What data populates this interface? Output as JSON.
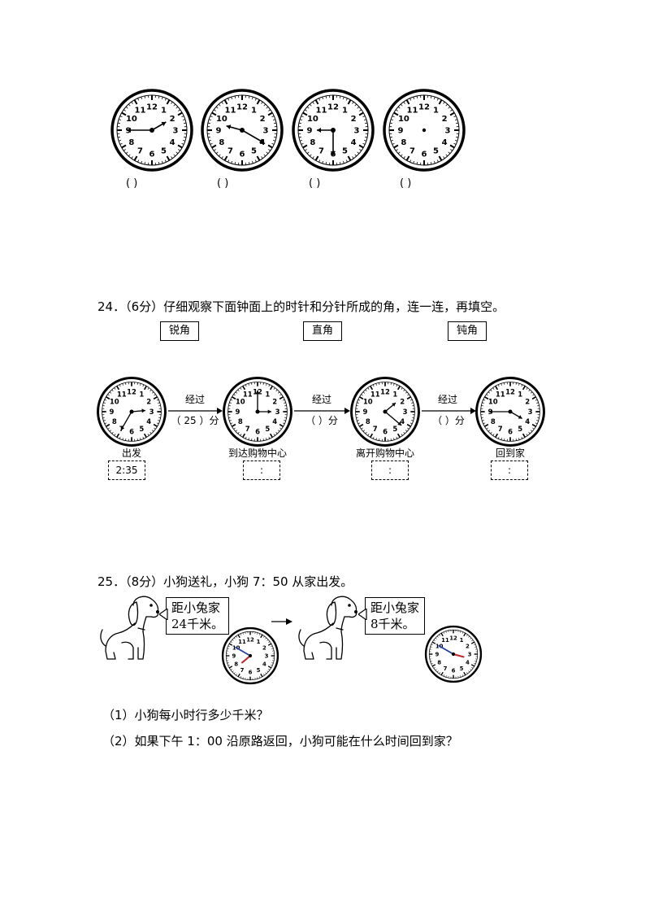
{
  "top_clocks": {
    "answers": [
      "(        )",
      "(        )",
      "(        )",
      "(        )"
    ]
  },
  "q24": {
    "text": "24．（6分）仔细观察下面钟面上的时针和分针所成的角，连一连，再填空。",
    "angles": [
      "锐角",
      "直角",
      "钝角"
    ],
    "arrows": [
      {
        "label": "经过",
        "value": "（ 25 ）分"
      },
      {
        "label": "经过",
        "value": "（     ）分"
      },
      {
        "label": "经过",
        "value": "（     ）分"
      }
    ],
    "stages": [
      {
        "label": "出发",
        "time": "2:35"
      },
      {
        "label": "到达购物中心",
        "time": ":"
      },
      {
        "label": "离开购物中心",
        "time": ":"
      },
      {
        "label": "回到家",
        "time": ":"
      }
    ]
  },
  "q25": {
    "text": "25．（8分）小狗送礼，小狗 7：50 从家出发。",
    "bubble1": [
      "距小兔家",
      "24千米。"
    ],
    "bubble2": [
      "距小兔家",
      "8千米。"
    ],
    "sub1": "（1）小狗每小时行多少千米？",
    "sub2": "（2）如果下午 1：00 沿原路返回，小狗可能在什么时间回到家？"
  },
  "colors": {
    "ink": "#000000",
    "hour_hand_red": "#c0282d",
    "minute_hand_blue": "#1f3f9e"
  }
}
